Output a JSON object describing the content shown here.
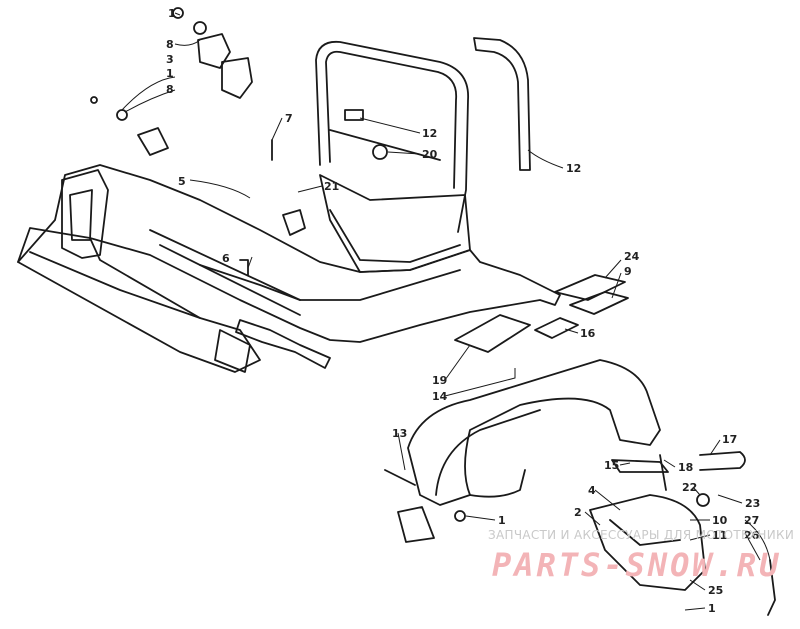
{
  "callouts": [
    {
      "id": "c1a",
      "label": "1"
    },
    {
      "id": "c8a",
      "label": "8"
    },
    {
      "id": "c3",
      "label": "3"
    },
    {
      "id": "c1b",
      "label": "1"
    },
    {
      "id": "c8b",
      "label": "8"
    },
    {
      "id": "c7",
      "label": "7"
    },
    {
      "id": "c12a",
      "label": "12"
    },
    {
      "id": "c20",
      "label": "20"
    },
    {
      "id": "c12b",
      "label": "12"
    },
    {
      "id": "c5",
      "label": "5"
    },
    {
      "id": "c21",
      "label": "21"
    },
    {
      "id": "c6",
      "label": "6"
    },
    {
      "id": "c24",
      "label": "24"
    },
    {
      "id": "c9",
      "label": "9"
    },
    {
      "id": "c16",
      "label": "16"
    },
    {
      "id": "c19",
      "label": "19"
    },
    {
      "id": "c14",
      "label": "14"
    },
    {
      "id": "c13",
      "label": "13"
    },
    {
      "id": "c17",
      "label": "17"
    },
    {
      "id": "c15",
      "label": "15"
    },
    {
      "id": "c18",
      "label": "18"
    },
    {
      "id": "c22",
      "label": "22"
    },
    {
      "id": "c23",
      "label": "23"
    },
    {
      "id": "c4",
      "label": "4"
    },
    {
      "id": "c2",
      "label": "2"
    },
    {
      "id": "c10",
      "label": "10"
    },
    {
      "id": "c11",
      "label": "11"
    },
    {
      "id": "c27",
      "label": "27"
    },
    {
      "id": "c26",
      "label": "26"
    },
    {
      "id": "c25",
      "label": "25"
    },
    {
      "id": "c1c",
      "label": "1"
    },
    {
      "id": "c1d",
      "label": "1"
    }
  ],
  "watermark": {
    "caption": "ЗАПЧАСТИ И АКСЕССУАРЫ ДЛЯ МОТОТЕХНИКИ",
    "logo": "PARTS-SNOW.RU",
    "color": "#e8a0a4"
  }
}
